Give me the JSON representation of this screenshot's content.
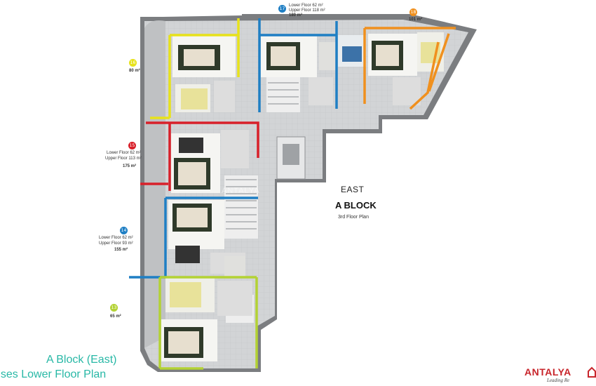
{
  "plan": {
    "block_label": "EAST",
    "block_name": "A BLOCK",
    "floor_plan": "3rd Floor Plan",
    "watermark": "ANTALYA"
  },
  "caption": {
    "line1": "A Block (East)",
    "line2": "uses Lower Floor Plan"
  },
  "brand": {
    "logo": "ANTALYA",
    "tagline": "Leading Re",
    "color": "#c8252b"
  },
  "units": [
    {
      "number": "17",
      "lower": "Lower Floor 62 m²",
      "upper": "Upper Floor 118 m²",
      "total": "180 m²",
      "color": "#1f7fc4"
    },
    {
      "number": "18",
      "total": "101 m²",
      "color": "#f0901e"
    },
    {
      "number": "16",
      "total": "80 m²",
      "color": "#e7e21b"
    },
    {
      "number": "15",
      "lower": "Lower Floor 62 m²",
      "upper": "Upper Floor 113 m²",
      "total": "175 m²",
      "color": "#d8202a"
    },
    {
      "number": "14",
      "lower": "Lower Floor 62 m²",
      "upper": "Upper Floor 93 m²",
      "total": "155 m²",
      "color": "#1f7fc4"
    },
    {
      "number": "13",
      "total": "65 m²",
      "color": "#b3d234"
    }
  ]
}
